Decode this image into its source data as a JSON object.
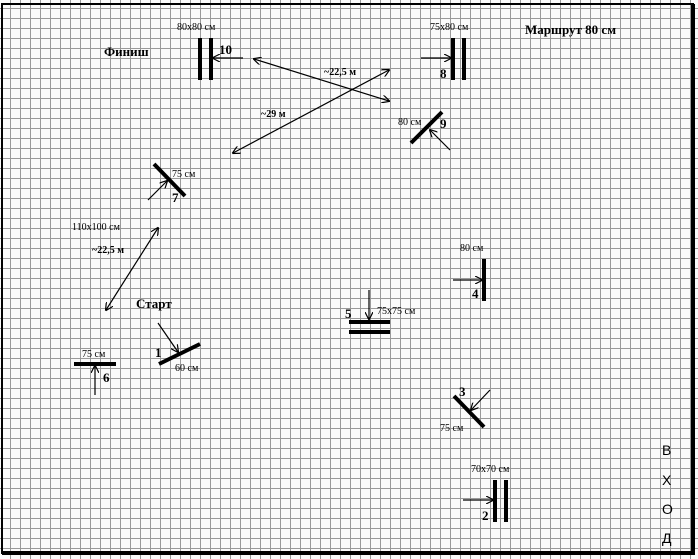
{
  "title": "Маршрут 80 см",
  "start_label": "Старт",
  "finish_label": "Финиш",
  "entrance_letters": [
    "В",
    "Х",
    "О",
    "Д"
  ],
  "distances": {
    "d_10_8": "~22,5 м",
    "d_9_7": "~29 м",
    "d_7_6": "~22,5 м"
  },
  "fences": [
    {
      "number": "1",
      "size": "60 см"
    },
    {
      "number": "2",
      "size": "70х70 см"
    },
    {
      "number": "3",
      "size": "75 см"
    },
    {
      "number": "4",
      "size": "80 см"
    },
    {
      "number": "5",
      "size": "75х75 см"
    },
    {
      "number": "6",
      "size": "75 см"
    },
    {
      "number": "7",
      "size": "75 см",
      "extra": "110х100 см"
    },
    {
      "number": "8",
      "size": "75х80 см"
    },
    {
      "number": "9",
      "size": "80 см"
    },
    {
      "number": "10",
      "size": "80х80 см"
    }
  ]
}
